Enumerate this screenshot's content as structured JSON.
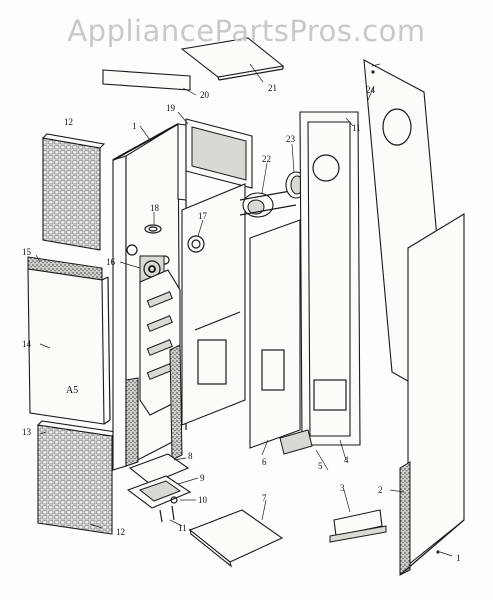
{
  "watermark": "AppliancePartsPros.com",
  "panel_marking": "A5",
  "callouts": [
    {
      "id": "c1a",
      "text": "1"
    },
    {
      "id": "c1b",
      "text": "1"
    },
    {
      "id": "c2",
      "text": "2"
    },
    {
      "id": "c3",
      "text": "3"
    },
    {
      "id": "c4",
      "text": "4"
    },
    {
      "id": "c5",
      "text": "5"
    },
    {
      "id": "c6",
      "text": "6"
    },
    {
      "id": "c7",
      "text": "7"
    },
    {
      "id": "c8",
      "text": "8"
    },
    {
      "id": "c9",
      "text": "9"
    },
    {
      "id": "c10",
      "text": "10"
    },
    {
      "id": "c11a",
      "text": "11"
    },
    {
      "id": "c11b",
      "text": "11"
    },
    {
      "id": "c12a",
      "text": "12"
    },
    {
      "id": "c12b",
      "text": "12"
    },
    {
      "id": "c13",
      "text": "13"
    },
    {
      "id": "c14",
      "text": "14"
    },
    {
      "id": "c15",
      "text": "15"
    },
    {
      "id": "c16",
      "text": "16"
    },
    {
      "id": "c17",
      "text": "17"
    },
    {
      "id": "c18",
      "text": "18"
    },
    {
      "id": "c19",
      "text": "19"
    },
    {
      "id": "c20",
      "text": "20"
    },
    {
      "id": "c21",
      "text": "21"
    },
    {
      "id": "c22",
      "text": "22"
    },
    {
      "id": "c23",
      "text": "23"
    },
    {
      "id": "c24",
      "text": "24"
    }
  ]
}
